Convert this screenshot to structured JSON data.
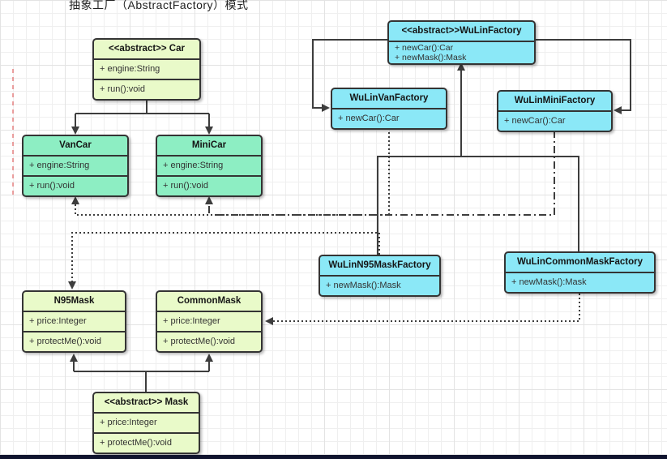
{
  "title": "抽象工厂（AbstractFactory）模式",
  "colors": {
    "abstract_fill": "#e9fac9",
    "concrete_car_fill": "#8deec3",
    "factory_fill": "#8be8f7",
    "border": "#343434",
    "connector": "#3d3d3d",
    "guide_line_red": "#e05a5a",
    "bottom_bar": "#10142e"
  },
  "classes": {
    "car": {
      "name": "<<abstract>> Car",
      "attr": "+ engine:String",
      "method": "+ run():void"
    },
    "vancar": {
      "name": "VanCar",
      "attr": "+ engine:String",
      "method": "+ run():void"
    },
    "minicar": {
      "name": "MiniCar",
      "attr": "+ engine:String",
      "method": "+ run():void"
    },
    "wulinfactory": {
      "name": "<<abstract>>WuLinFactory",
      "method1": "+ newCar():Car",
      "method2": "+ newMask():Mask"
    },
    "wulinvanfactory": {
      "name": "WuLinVanFactory",
      "method": "+ newCar():Car"
    },
    "wulinminifactory": {
      "name": "WuLinMiniFactory",
      "method": "+ newCar():Car"
    },
    "wulinn95maskfactory": {
      "name": "WuLinN95MaskFactory",
      "method": "+ newMask():Mask"
    },
    "wulincommonmaskfactory": {
      "name": "WuLinCommonMaskFactory",
      "method": "+ newMask():Mask"
    },
    "n95mask": {
      "name": "N95Mask",
      "attr": "+ price:Integer",
      "method": "+ protectMe():void"
    },
    "commonmask": {
      "name": "CommonMask",
      "attr": "+ price:Integer",
      "method": "+ protectMe():void"
    },
    "mask": {
      "name": "<<abstract>> Mask",
      "attr": "+ price:Integer",
      "method": "+ protectMe():void"
    }
  },
  "relations": [
    {
      "from": "Car",
      "to": "VanCar / MiniCar",
      "style": "solid-generalization"
    },
    {
      "from": "WuLinFactory",
      "to": "WuLinVanFactory",
      "style": "solid"
    },
    {
      "from": "WuLinFactory",
      "to": "WuLinMiniFactory",
      "style": "solid"
    },
    {
      "from": "WuLinN95MaskFactory / WuLinCommonMaskFactory",
      "to": "WuLinFactory",
      "style": "solid-generalization"
    },
    {
      "from": "WuLinVanFactory",
      "to": "VanCar",
      "style": "dotted-dependency"
    },
    {
      "from": "WuLinMiniFactory",
      "to": "MiniCar",
      "style": "dashdot-dependency"
    },
    {
      "from": "WuLinN95MaskFactory",
      "to": "N95Mask",
      "style": "dotted-dependency"
    },
    {
      "from": "WuLinCommonMaskFactory",
      "to": "CommonMask",
      "style": "dotted-dependency"
    },
    {
      "from": "Mask",
      "to": "N95Mask / CommonMask",
      "style": "solid-generalization"
    }
  ]
}
